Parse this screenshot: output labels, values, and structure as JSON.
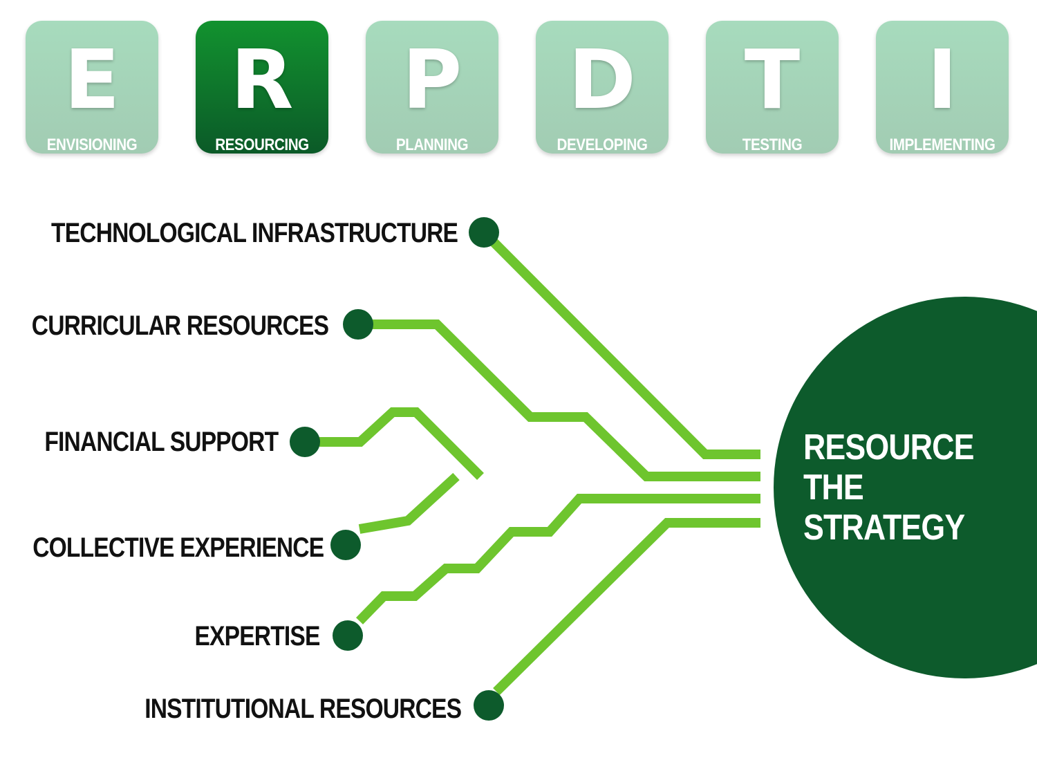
{
  "phases": [
    {
      "letter": "E",
      "label": "ENVISIONING",
      "active": false
    },
    {
      "letter": "R",
      "label": "RESOURCING",
      "active": true
    },
    {
      "letter": "P",
      "label": "PLANNING",
      "active": false
    },
    {
      "letter": "D",
      "label": "DEVELOPING",
      "active": false
    },
    {
      "letter": "T",
      "label": "TESTING",
      "active": false
    },
    {
      "letter": "I",
      "label": "IMPLEMENTING",
      "active": false
    }
  ],
  "resources": [
    "TECHNOLOGICAL INFRASTRUCTURE",
    "CURRICULAR RESOURCES",
    "FINANCIAL SUPPORT",
    "COLLECTIVE EXPERIENCE",
    "EXPERTISE",
    "INSTITUTIONAL RESOURCES"
  ],
  "hub": {
    "lines": [
      "RESOURCE",
      "THE",
      "STRATEGY"
    ]
  },
  "colors": {
    "tile_inactive": "#a7dbbd",
    "tile_active": "#0e7a2d",
    "node": "#0d5b2c",
    "connector": "#6ec52e",
    "hub": "#0d5b2c"
  }
}
